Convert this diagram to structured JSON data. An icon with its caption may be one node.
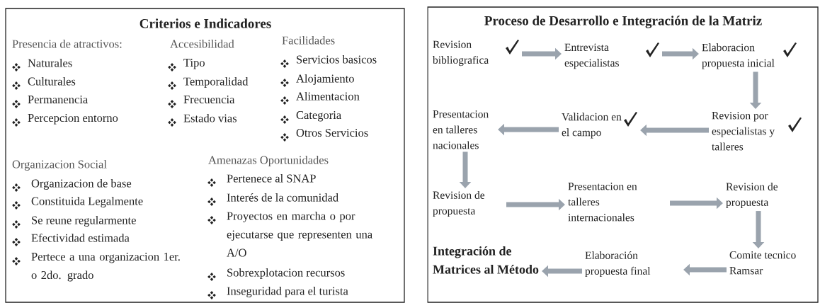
{
  "diagram": {
    "nodes": [
      {
        "text": [
          "Criterios e Indicadores",
          "Presencia de atractivos:",
          "Naturales",
          "Culturales",
          "Permanencia",
          "Percepcion entorno",
          "Accesibilidad",
          "Tipo",
          "Temporalidad",
          "Frecuencia",
          "Estado vias",
          "Facilidades",
          "Servicios basicos",
          "Alojamiento",
          "Alimentacion",
          "Categoria",
          "Otros Servicios",
          "Organizacion Social",
          "Organizacion de base",
          "Constituida Legalmente",
          "Se reune regularmente",
          "Efectividad estimada",
          "Pertece a una organizacion 1er. o 2do. grado",
          "Amenazas Oportunidades",
          "Pertenece al SNAP",
          "Interés de la comunidad",
          "Proyectos en marcha o por ejecutarse que representen una A/O",
          "Sobrexplotacion recursos",
          "Inseguridad para el turista"
        ]
      },
      {
        "text": [
          "Proceso de Desarrollo e Integración de la Matriz"
        ]
      },
      {
        "text": [
          "Revision bibliografica"
        ],
        "in": 1
      },
      {
        "text": [
          "Entrevista especialistas"
        ],
        "in": 1
      },
      {
        "text": [
          "Elaboracion propuesta inicial"
        ],
        "in": 1
      },
      {
        "text": [
          "Revision por especialistas y talleres"
        ],
        "in": 1
      },
      {
        "text": [
          "Validacion en el campo"
        ],
        "in": 1
      },
      {
        "text": [
          "Presentacion en talleres nacionales"
        ],
        "in": 1
      },
      {
        "text": [
          "Revision de propuesta"
        ],
        "in": 1
      },
      {
        "text": [
          "Presentacion en talleres internacionales"
        ],
        "in": 1
      },
      {
        "text": [
          "Revision de propuesta"
        ],
        "in": 1
      },
      {
        "text": [
          "Comite tecnico Ramsar"
        ],
        "in": 1
      },
      {
        "text": [
          "Elaboración propuesta final"
        ],
        "in": 1
      },
      {
        "text": [
          "Integración de Matrices al Método"
        ],
        "in": 1
      }
    ],
    "edges": [
      {
        "from": 2,
        "to": 3,
        "arrow": "to"
      },
      {
        "from": 3,
        "to": 4,
        "arrow": "to"
      },
      {
        "from": 4,
        "to": 5,
        "arrow": "to"
      },
      {
        "from": 5,
        "to": 6,
        "arrow": "to"
      },
      {
        "from": 6,
        "to": 7,
        "arrow": "to"
      },
      {
        "from": 7,
        "to": 8,
        "arrow": "to"
      },
      {
        "from": 8,
        "to": 9,
        "arrow": "to"
      },
      {
        "from": 9,
        "to": 10,
        "arrow": "to"
      },
      {
        "from": 10,
        "to": 11,
        "arrow": "to"
      },
      {
        "from": 11,
        "to": 12,
        "arrow": "to"
      },
      {
        "from": 12,
        "to": 13,
        "arrow": "to"
      }
    ]
  }
}
